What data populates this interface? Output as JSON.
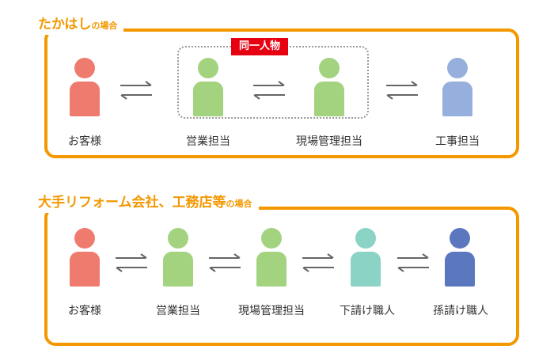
{
  "colors": {
    "frame": "#f39800",
    "badge": "#e60012",
    "customer": "#ee7b6e",
    "sales": "#a4d37f",
    "site_manager": "#a4d37f",
    "construction": "#97afdd",
    "sub": "#8ad3c5",
    "subsub": "#5b78bf",
    "arrow": "#666666"
  },
  "panel1": {
    "title_main": "たかはし",
    "title_small": "の場合",
    "same_person_badge": "同一人物",
    "people": [
      {
        "label": "お客様",
        "color_key": "customer"
      },
      {
        "label": "営業担当",
        "color_key": "sales"
      },
      {
        "label": "現場管理担当",
        "color_key": "site_manager"
      },
      {
        "label": "工事担当",
        "color_key": "construction"
      }
    ]
  },
  "panel2": {
    "title_main": "大手リフォーム会社、工務店等",
    "title_small": "の場合",
    "people": [
      {
        "label": "お客様",
        "color_key": "customer"
      },
      {
        "label": "営業担当",
        "color_key": "sales"
      },
      {
        "label": "現場管理担当",
        "color_key": "site_manager"
      },
      {
        "label": "下請け職人",
        "color_key": "sub"
      },
      {
        "label": "孫請け職人",
        "color_key": "subsub"
      }
    ]
  }
}
